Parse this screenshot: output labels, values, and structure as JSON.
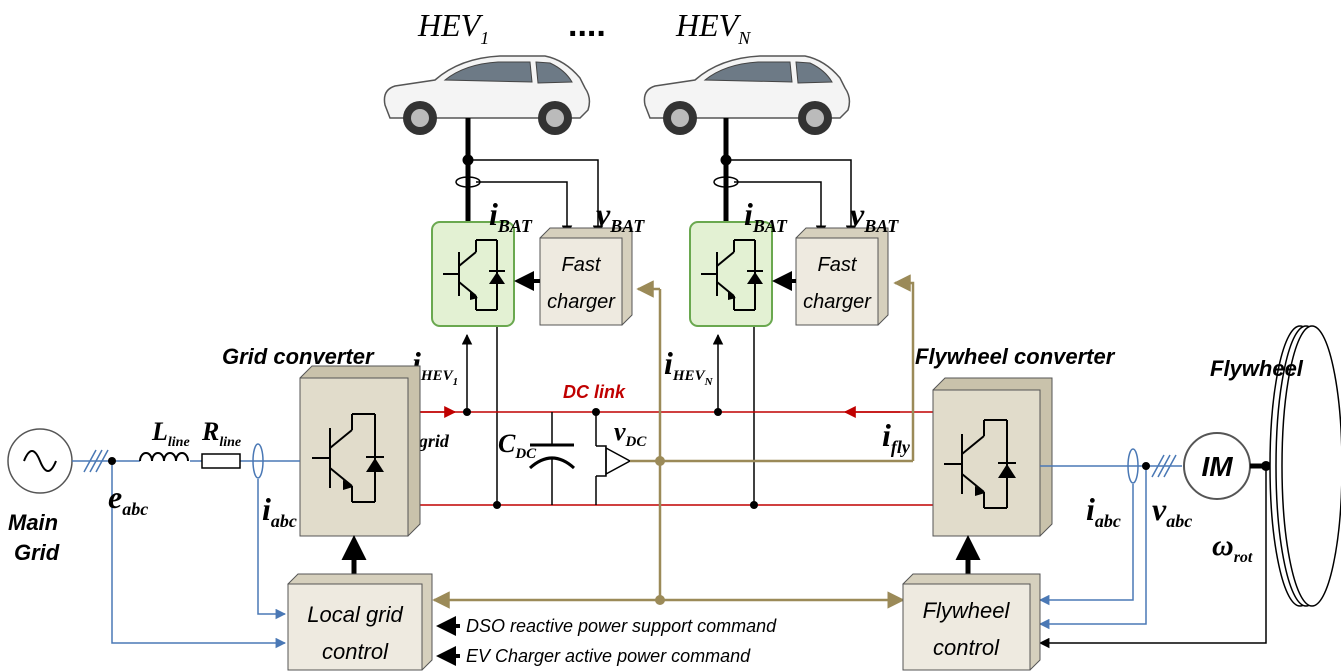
{
  "colors": {
    "black": "#000000",
    "dc_link": "#c00000",
    "ac_line": "#4a78b5",
    "signal": "#9b8a58",
    "converter_fill": "#e1dccb",
    "converter_green": "#e3f1d3",
    "converter_green_border": "#6aa84f",
    "box_fill": "#eeeae0"
  },
  "vehicles": {
    "hev1": {
      "base": "HEV",
      "sub": "1"
    },
    "hevN": {
      "base": "HEV",
      "sub": "N"
    },
    "dots": "...."
  },
  "chargers": {
    "fast_label_1": "Fast",
    "fast_label_2": "charger"
  },
  "measurements": {
    "i_bat": {
      "base": "i",
      "sub": "BAT"
    },
    "v_bat": {
      "base": "v",
      "sub": "BAT"
    },
    "i_hev1": {
      "base": "i",
      "sub": "HEV",
      "subsub": "1"
    },
    "i_hevN": {
      "base": "i",
      "sub": "HEV",
      "subsub": "N"
    },
    "i_grid": {
      "base": "i",
      "sub": "grid"
    },
    "i_fly": {
      "base": "i",
      "sub": "fly"
    },
    "v_dc": {
      "base": "v",
      "sub": "DC"
    },
    "c_dc": {
      "base": "C",
      "sub": "DC"
    },
    "i_abc": {
      "base": "i",
      "sub": "abc"
    },
    "v_abc": {
      "base": "v",
      "sub": "abc"
    },
    "e_abc": {
      "base": "e",
      "sub": "abc"
    },
    "l_line": {
      "base": "L",
      "sub": "line"
    },
    "r_line": {
      "base": "R",
      "sub": "line"
    },
    "omega_rot": {
      "base": "ω",
      "sub": "rot"
    }
  },
  "labels": {
    "grid_converter": "Grid converter",
    "flywheel_converter": "Flywheel converter",
    "flywheel": "Flywheel",
    "dc_link": "DC link",
    "main_grid_1": "Main",
    "main_grid_2": "Grid",
    "machine": "IM"
  },
  "controls": {
    "local_grid_1": "Local grid",
    "local_grid_2": "control",
    "flywheel_1": "Flywheel",
    "flywheel_2": "control"
  },
  "commands": {
    "dso": "DSO reactive power support command",
    "ev": "EV Charger active power command"
  }
}
